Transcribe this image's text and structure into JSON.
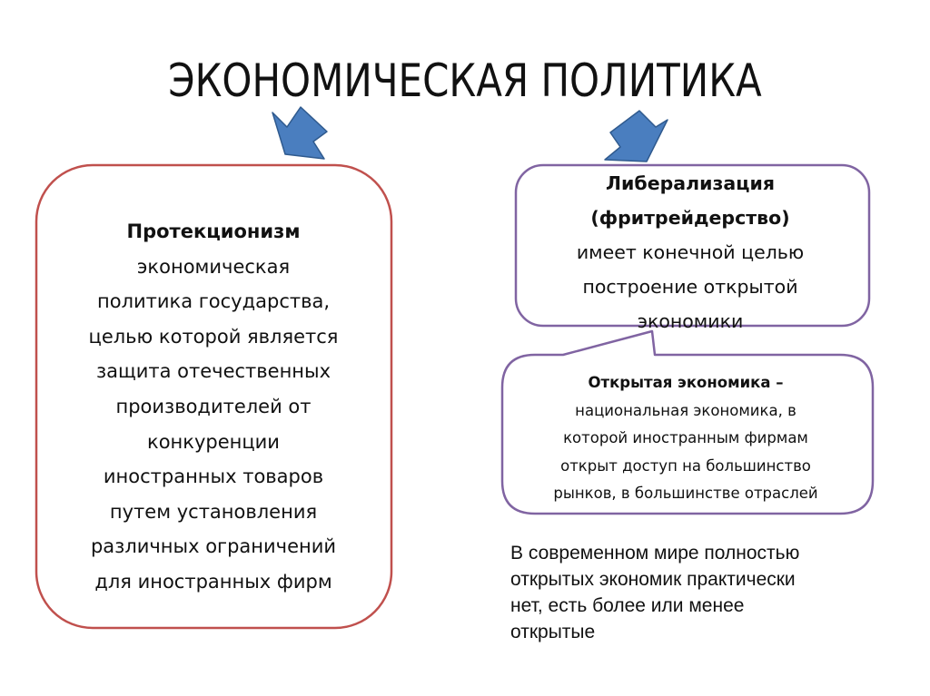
{
  "title": "ЭКОНОМИЧЕСКАЯ ПОЛИТИКА",
  "colors": {
    "arrow_fill": "#4a7ebf",
    "arrow_stroke": "#2f5a8e",
    "protectionism_border": "#c0504d",
    "liberalization_border": "#8064a2"
  },
  "protectionism": {
    "heading": "Протекционизм",
    "lines": [
      "экономическая",
      "политика государства,",
      "целью которой является",
      "защита отечественных",
      "производителей от",
      "конкуренции",
      "иностранных товаров",
      "путем установления",
      "различных ограничений",
      "для иностранных фирм"
    ]
  },
  "liberalization": {
    "heading_1": "Либерализация",
    "heading_2": "(фритрейдерство)",
    "lines": [
      "имеет конечной целью",
      "построение открытой",
      "экономики"
    ]
  },
  "open_economy": {
    "heading": "Открытая экономика –",
    "lines": [
      "национальная экономика, в",
      "которой иностранным фирмам",
      "открыт доступ на большинство",
      "рынков, в большинстве отраслей"
    ]
  },
  "note": {
    "lines": [
      "В современном мире полностью",
      "открытых экономик практически",
      "нет, есть более или менее",
      "открытые"
    ]
  },
  "icons": {
    "left_arrow": "block-arrow-down-right",
    "right_arrow": "block-arrow-down-left"
  }
}
